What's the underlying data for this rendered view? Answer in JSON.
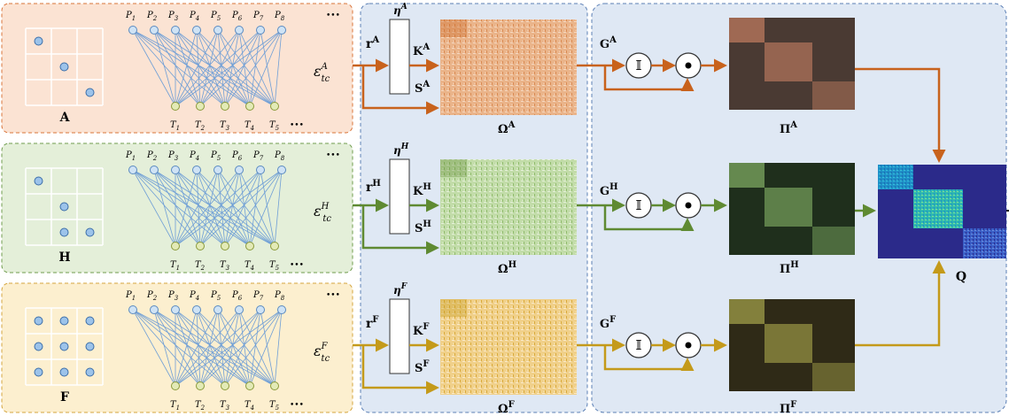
{
  "rows": [
    {
      "key": "A",
      "grid_label": "A",
      "p_labels": [
        "P",
        "P",
        "P",
        "P",
        "P",
        "P",
        "P",
        "P"
      ],
      "p_subs": [
        "1",
        "2",
        "3",
        "4",
        "5",
        "6",
        "7",
        "8"
      ],
      "t_labels": [
        "T",
        "T",
        "T",
        "T",
        "T"
      ],
      "t_subs": [
        "1",
        "2",
        "3",
        "4",
        "5"
      ],
      "ellipsis": "•••",
      "epsilon": "ε",
      "epsilon_sup": "A",
      "epsilon_sub": "tc",
      "r": "r",
      "r_sup": "A",
      "eta": "η",
      "eta_sup": "A",
      "k": "K",
      "k_sup": "A",
      "s": "S",
      "s_sup": "A",
      "omega": "Ω",
      "omega_sup": "A",
      "g": "G",
      "g_sup": "A",
      "pi": "Π",
      "pi_sup": "A",
      "indicator": "𝕀",
      "odot": "⊙",
      "colors": {
        "bg": "#fbe3d3",
        "border": "#d9743a",
        "stroke": "#c8621c",
        "matrix": "#e8a673",
        "pi_dark": "#4a3a33",
        "pi_block": "#a86f57"
      }
    },
    {
      "key": "H",
      "grid_label": "H",
      "p_labels": [
        "P",
        "P",
        "P",
        "P",
        "P",
        "P",
        "P",
        "P"
      ],
      "p_subs": [
        "1",
        "2",
        "3",
        "4",
        "5",
        "6",
        "7",
        "8"
      ],
      "t_labels": [
        "T",
        "T",
        "T",
        "T",
        "T"
      ],
      "t_subs": [
        "1",
        "2",
        "3",
        "4",
        "5"
      ],
      "ellipsis": "•••",
      "epsilon": "ε",
      "epsilon_sup": "H",
      "epsilon_sub": "tc",
      "r": "r",
      "r_sup": "H",
      "eta": "η",
      "eta_sup": "H",
      "k": "K",
      "k_sup": "H",
      "s": "S",
      "s_sup": "H",
      "omega": "Ω",
      "omega_sup": "H",
      "g": "G",
      "g_sup": "H",
      "pi": "Π",
      "pi_sup": "H",
      "indicator": "𝕀",
      "odot": "⊙",
      "colors": {
        "bg": "#e4efd9",
        "border": "#6f9c4d",
        "stroke": "#5f8a32",
        "matrix": "#b7d69a",
        "pi_dark": "#1f2f1c",
        "pi_block": "#6d9455"
      }
    },
    {
      "key": "F",
      "grid_label": "F",
      "p_labels": [
        "P",
        "P",
        "P",
        "P",
        "P",
        "P",
        "P",
        "P"
      ],
      "p_subs": [
        "1",
        "2",
        "3",
        "4",
        "5",
        "6",
        "7",
        "8"
      ],
      "t_labels": [
        "T",
        "T",
        "T",
        "T",
        "T"
      ],
      "t_subs": [
        "1",
        "2",
        "3",
        "4",
        "5"
      ],
      "ellipsis": "•••",
      "epsilon": "ε",
      "epsilon_sup": "F",
      "epsilon_sub": "tc",
      "r": "r",
      "r_sup": "F",
      "eta": "η",
      "eta_sup": "F",
      "k": "K",
      "k_sup": "F",
      "s": "S",
      "s_sup": "F",
      "omega": "Ω",
      "omega_sup": "F",
      "g": "G",
      "g_sup": "F",
      "pi": "Π",
      "pi_sup": "F",
      "indicator": "𝕀",
      "odot": "⊙",
      "colors": {
        "bg": "#fcefcf",
        "border": "#d4a43c",
        "stroke": "#c49a1a",
        "matrix": "#ecc97a",
        "pi_dark": "#2f2a17",
        "pi_block": "#8d8a40"
      }
    }
  ],
  "output": {
    "label": "Q",
    "colors": {
      "bg": "#2b2a8a",
      "block1": "#1f8fc8",
      "block2": "#2fb8b0",
      "block3": "#3a5ec6"
    }
  },
  "panel_colors": {
    "mid_bg": "#dfe8f4",
    "right_bg": "#dfe8f4",
    "border": "#5b7fb5"
  },
  "grid_dots": {
    "A": [
      [
        0,
        0
      ],
      [
        1,
        1
      ],
      [
        2,
        2
      ]
    ],
    "H": [
      [
        0,
        0
      ],
      [
        1,
        1
      ],
      [
        2,
        1
      ],
      [
        2,
        2
      ]
    ],
    "F": [
      [
        0,
        0
      ],
      [
        1,
        0
      ],
      [
        2,
        0
      ],
      [
        0,
        1
      ],
      [
        1,
        1
      ],
      [
        2,
        1
      ],
      [
        0,
        2
      ],
      [
        1,
        2
      ],
      [
        2,
        2
      ]
    ]
  }
}
